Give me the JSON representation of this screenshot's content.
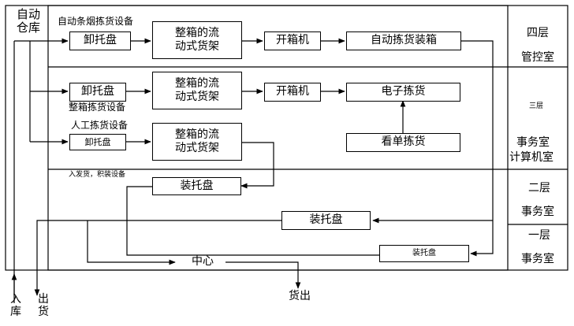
{
  "warehouse_label": "自动仓库",
  "floors": {
    "f4": {
      "tag": "四层",
      "room": "管控室"
    },
    "f3": {
      "tag": "三层",
      "room": "事务室",
      "room2": "计算机室"
    },
    "f2": {
      "tag": "二层",
      "room": "事务室"
    },
    "f1": {
      "tag": "一层",
      "room": "事务室"
    }
  },
  "sections": {
    "auto_cig": "自动条烟拣货设备",
    "box_pick": "整箱拣货设备",
    "manual_pick": "人工拣货设备",
    "ship_pallet": "入发货，积装设备"
  },
  "boxes": {
    "unload_1": "卸托盘",
    "rack_1": "整箱的流\n动式货架",
    "opener_1": "开箱机",
    "auto_pack": "自动拣货装箱",
    "unload_2": "卸托盘",
    "rack_2": "整箱的流\n动式货架",
    "opener_2": "开箱机",
    "e_pick": "电子拣货",
    "unload_3": "卸托盘",
    "rack_3": "整箱的流\n动式货架",
    "list_pick": "看单拣货",
    "load_1": "装托盘",
    "load_2": "装托盘",
    "load_3": "装托盘",
    "center": "中心"
  },
  "io": {
    "inbound": "入库",
    "outbound": "出货",
    "goods_out": "货出"
  }
}
